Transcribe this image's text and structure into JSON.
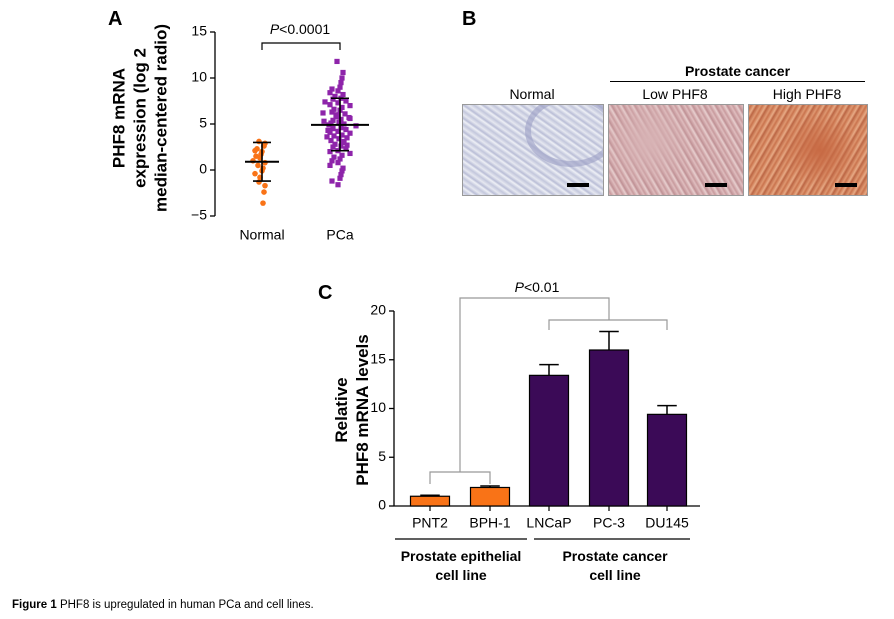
{
  "panel_a": {
    "letter": "A",
    "ylabel": [
      "PHF8 mRNA",
      "expression (log 2",
      "median-centered radio)"
    ],
    "pvalue": "P<0.0001"
  },
  "panel_b": {
    "letter": "B",
    "group_label": "Prostate cancer",
    "images": [
      {
        "label": "Normal"
      },
      {
        "label": "Low PHF8"
      },
      {
        "label": "High PHF8"
      }
    ]
  },
  "panel_c": {
    "letter": "C",
    "ylabel": [
      "Relative",
      "PHF8 mRNA levels"
    ],
    "pvalue": "P<0.01",
    "group1": [
      "Prostate epithelial",
      "cell line"
    ],
    "group2": [
      "Prostate cancer",
      "cell line"
    ]
  },
  "caption": {
    "label": "Figure 1",
    "text": "PHF8 is upregulated in human PCa and cell lines."
  },
  "colors": {
    "orange": "#f97317",
    "purple": "#6a1b9a",
    "dark_purple": "#3b0a57"
  },
  "chart_data": [
    {
      "type": "scatter",
      "categories": [
        "Normal",
        "PCa"
      ],
      "ylim": [
        -5,
        15
      ],
      "yticks": [
        -5,
        0,
        5,
        10,
        15
      ],
      "series": [
        {
          "category": "Normal",
          "color": "#f97317",
          "marker": "circle",
          "mean": 0.9,
          "sd": [
            -1.2,
            3.0
          ],
          "values": [
            3.1,
            2.9,
            2.6,
            2.3,
            2.0,
            1.7,
            1.3,
            1.0,
            0.8,
            0.5,
            0.2,
            -0.1,
            -0.4,
            -0.8,
            -1.3,
            -1.7,
            -2.4,
            -3.6,
            1.5,
            2.1
          ]
        },
        {
          "category": "PCa",
          "color": "#8e24aa",
          "marker": "square",
          "mean": 4.9,
          "sd": [
            2.1,
            7.8
          ],
          "values": [
            11.8,
            10.6,
            10.0,
            9.5,
            9.0,
            8.8,
            8.6,
            8.4,
            8.2,
            8.0,
            7.8,
            7.7,
            7.5,
            7.3,
            7.1,
            7.0,
            6.8,
            6.6,
            6.5,
            6.3,
            6.1,
            6.0,
            5.8,
            5.7,
            5.5,
            5.4,
            5.2,
            5.1,
            5.0,
            4.9,
            4.8,
            4.6,
            4.5,
            4.4,
            4.2,
            4.1,
            4.0,
            3.8,
            3.7,
            3.5,
            3.4,
            3.2,
            3.1,
            3.0,
            2.8,
            2.6,
            2.5,
            2.3,
            2.1,
            2.0,
            1.8,
            1.6,
            1.4,
            1.2,
            1.0,
            0.8,
            0.5,
            0.2,
            -0.1,
            -0.5,
            -0.9,
            -1.2,
            -1.6,
            6.2,
            5.6,
            4.3,
            3.6,
            2.7,
            7.4,
            5.3
          ]
        }
      ],
      "annotations": [
        "P<0.0001"
      ]
    },
    {
      "type": "bar",
      "categories": [
        "PNT2",
        "BPH-1",
        "LNCaP",
        "PC-3",
        "DU145"
      ],
      "values": [
        1.0,
        1.9,
        13.4,
        16.0,
        9.4
      ],
      "errors": [
        0.1,
        0.15,
        1.1,
        1.9,
        0.9
      ],
      "colors": [
        "#f97317",
        "#f97317",
        "#3b0a57",
        "#3b0a57",
        "#3b0a57"
      ],
      "ylim": [
        0,
        20
      ],
      "yticks": [
        0,
        5,
        10,
        15,
        20
      ],
      "annotations": [
        "P<0.01"
      ]
    }
  ]
}
